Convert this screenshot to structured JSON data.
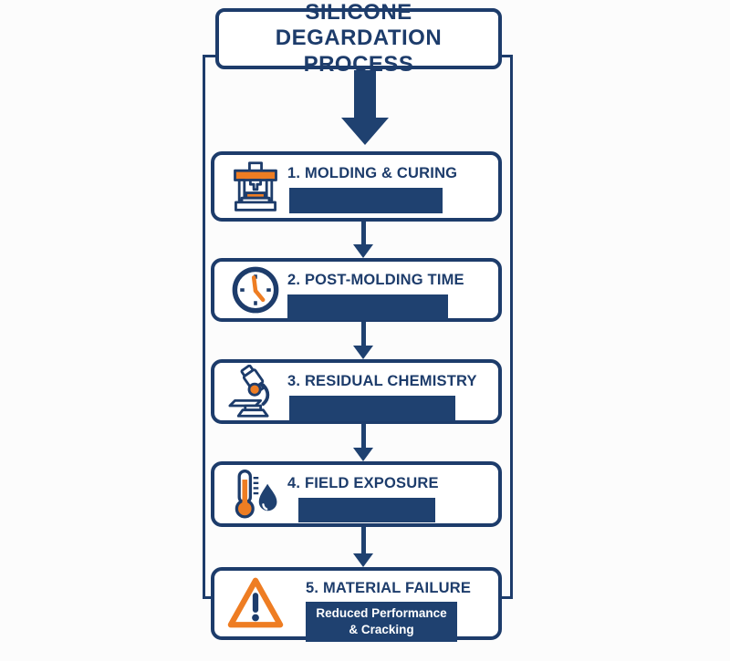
{
  "title": "SILICONE DEGARDATION PROCESS",
  "colors": {
    "navy_fill": "#1f4170",
    "navy_line": "#1d3c6b",
    "orange_accent": "#ee7d23",
    "background": "#fcfcfc"
  },
  "steps": [
    {
      "label": "1. MOLDING & CURING",
      "icon": "molding-press-icon",
      "detail_bar": "solid-navy-placeholder"
    },
    {
      "label": "2. POST-MOLDING TIME",
      "icon": "clock-icon",
      "detail_bar": "solid-navy-placeholder"
    },
    {
      "label": "3. RESIDUAL CHEMISTRY",
      "icon": "microscope-icon",
      "detail_bar": "solid-navy-placeholder"
    },
    {
      "label": "4. FIELD EXPOSURE",
      "icon": "thermometer-droplet-icon",
      "detail_bar": "solid-navy-placeholder"
    },
    {
      "label": "5. MATERIAL FAILURE",
      "icon": "warning-triangle-icon",
      "sublabel": "Reduced Performance & Cracking"
    }
  ]
}
